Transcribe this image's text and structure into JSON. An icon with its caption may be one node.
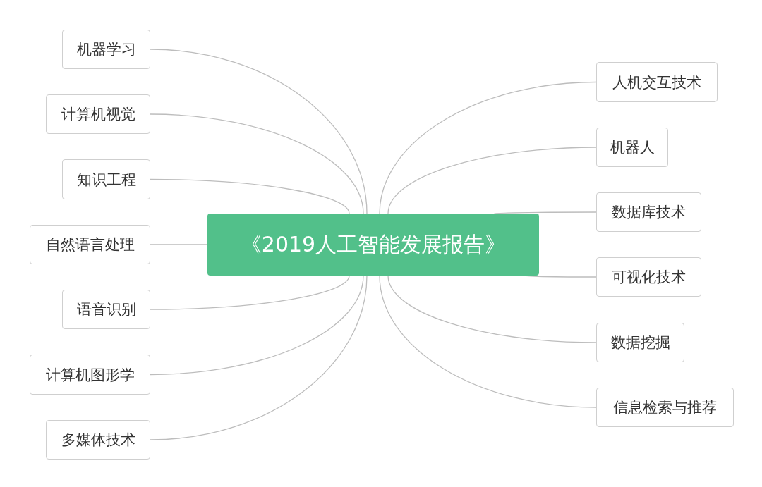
{
  "diagram": {
    "nodes": [
      {
        "text": [
          "《2019人工智能发展报告》"
        ]
      },
      {
        "text": [
          "机器学习"
        ]
      },
      {
        "text": [
          "计算机视觉"
        ]
      },
      {
        "text": [
          "知识工程"
        ]
      },
      {
        "text": [
          "自然语言处理"
        ]
      },
      {
        "text": [
          "语音识别"
        ]
      },
      {
        "text": [
          "计算机图形学"
        ]
      },
      {
        "text": [
          "多媒体技术"
        ]
      },
      {
        "text": [
          "人机交互技术"
        ]
      },
      {
        "text": [
          "机器人"
        ]
      },
      {
        "text": [
          "数据库技术"
        ]
      },
      {
        "text": [
          "可视化技术"
        ]
      },
      {
        "text": [
          "数据挖掘"
        ]
      },
      {
        "text": [
          "信息检索与推荐"
        ]
      }
    ],
    "edges": [
      {
        "from": 0,
        "to": 1,
        "arrow": "none"
      },
      {
        "from": 0,
        "to": 2,
        "arrow": "none"
      },
      {
        "from": 0,
        "to": 3,
        "arrow": "none"
      },
      {
        "from": 0,
        "to": 4,
        "arrow": "none"
      },
      {
        "from": 0,
        "to": 5,
        "arrow": "none"
      },
      {
        "from": 0,
        "to": 6,
        "arrow": "none"
      },
      {
        "from": 0,
        "to": 7,
        "arrow": "none"
      },
      {
        "from": 0,
        "to": 8,
        "arrow": "none"
      },
      {
        "from": 0,
        "to": 9,
        "arrow": "none"
      },
      {
        "from": 0,
        "to": 10,
        "arrow": "none"
      },
      {
        "from": 0,
        "to": 11,
        "arrow": "none"
      },
      {
        "from": 0,
        "to": 12,
        "arrow": "none"
      },
      {
        "from": 0,
        "to": 13,
        "arrow": "none"
      }
    ]
  }
}
